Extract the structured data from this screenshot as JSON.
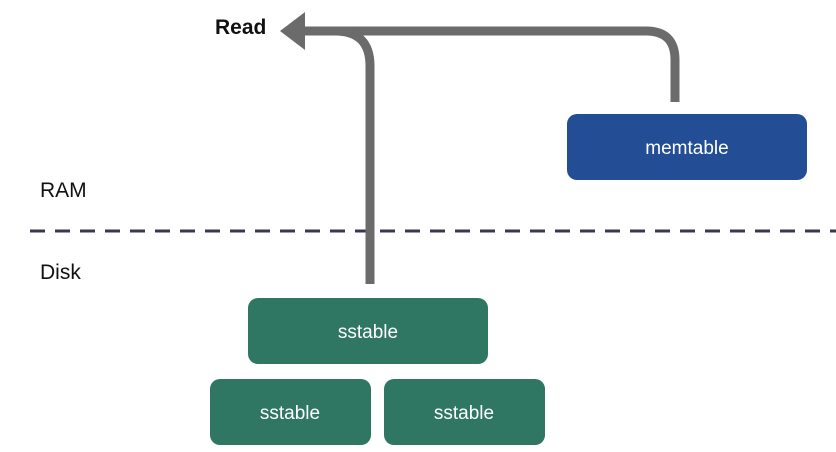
{
  "read_label": "Read",
  "regions": {
    "ram_label": "RAM",
    "disk_label": "Disk"
  },
  "memtable": {
    "label": "memtable"
  },
  "sstables": [
    {
      "label": "sstable"
    },
    {
      "label": "sstable"
    },
    {
      "label": "sstable"
    }
  ],
  "colors": {
    "arrow": "#6b6b6b",
    "memtable_fill": "#234e96",
    "sstable_fill": "#2f7663",
    "divider": "#3a3850"
  }
}
